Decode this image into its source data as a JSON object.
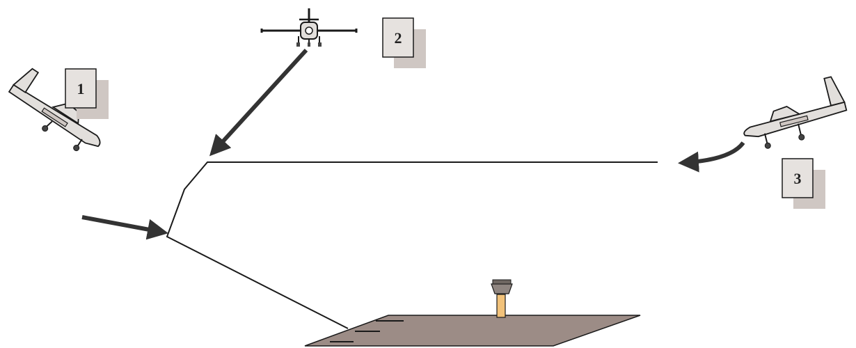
{
  "labels": {
    "plane1": "1",
    "plane2": "2",
    "plane3": "3"
  },
  "colors": {
    "background": "#ffffff",
    "line": "#1a1a1a",
    "arrow": "#333333",
    "label_box_fill": "#e6e2df",
    "label_box_shadow": "#cfc7c3",
    "runway": "#9c8c86",
    "aircraft_fill": "#e2dfdc",
    "tower_body": "#f2c27a",
    "tower_cab": "#8f8580"
  },
  "icons": {
    "plane1": "airplane-descending-icon",
    "plane2": "airplane-front-view-icon",
    "plane3": "airplane-side-view-icon",
    "tower": "control-tower-icon",
    "runway": "runway-icon"
  }
}
